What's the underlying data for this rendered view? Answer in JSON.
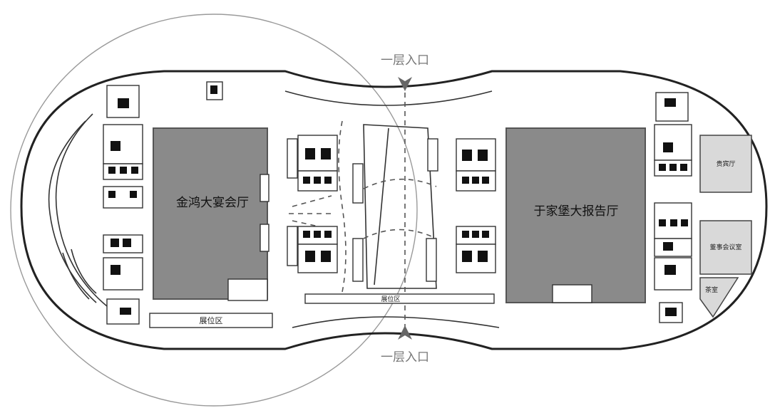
{
  "halls": {
    "left": "金鸿大宴会厅",
    "right": "于家堡大报告厅"
  },
  "exhibit": {
    "left": "展位区",
    "center": "展位区"
  },
  "entrances": {
    "top": "一层入口",
    "bottom": "一层入口"
  },
  "rooms": {
    "guest": "贵宾厅",
    "board": "董事会议室",
    "service": "茶室"
  },
  "colors": {
    "hall_fill": "#8a8a8a",
    "wall": "#222222",
    "highlight_circle": "#9a9a9a"
  }
}
